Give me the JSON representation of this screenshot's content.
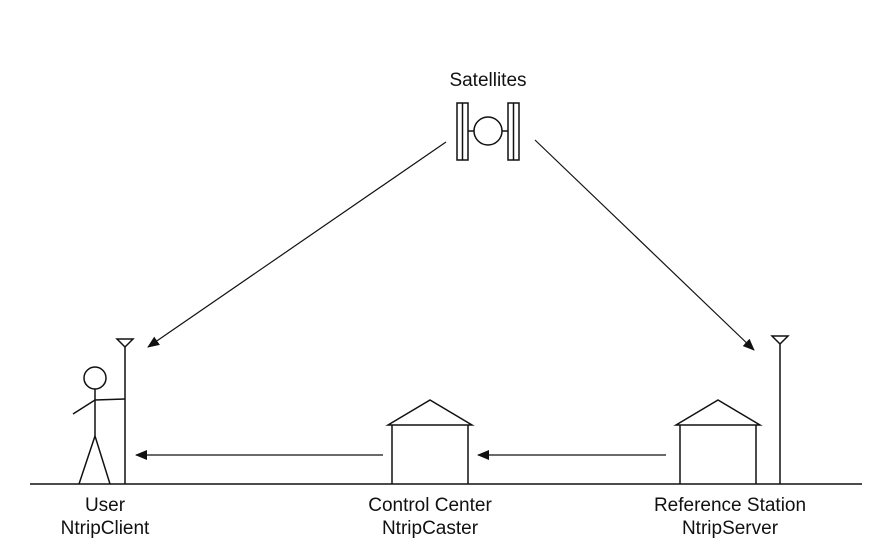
{
  "diagram": {
    "satellite": {
      "label": "Satellites"
    },
    "user": {
      "line1": "User",
      "line2": "NtripClient"
    },
    "control_center": {
      "line1": "Control Center",
      "line2": "NtripCaster"
    },
    "reference_station": {
      "line1": "Reference Station",
      "line2": "NtripServer"
    }
  },
  "colors": {
    "stroke": "#111111",
    "background": "#ffffff"
  },
  "icons": [
    "satellite-icon",
    "antenna-icon",
    "person-icon",
    "building-icon"
  ]
}
